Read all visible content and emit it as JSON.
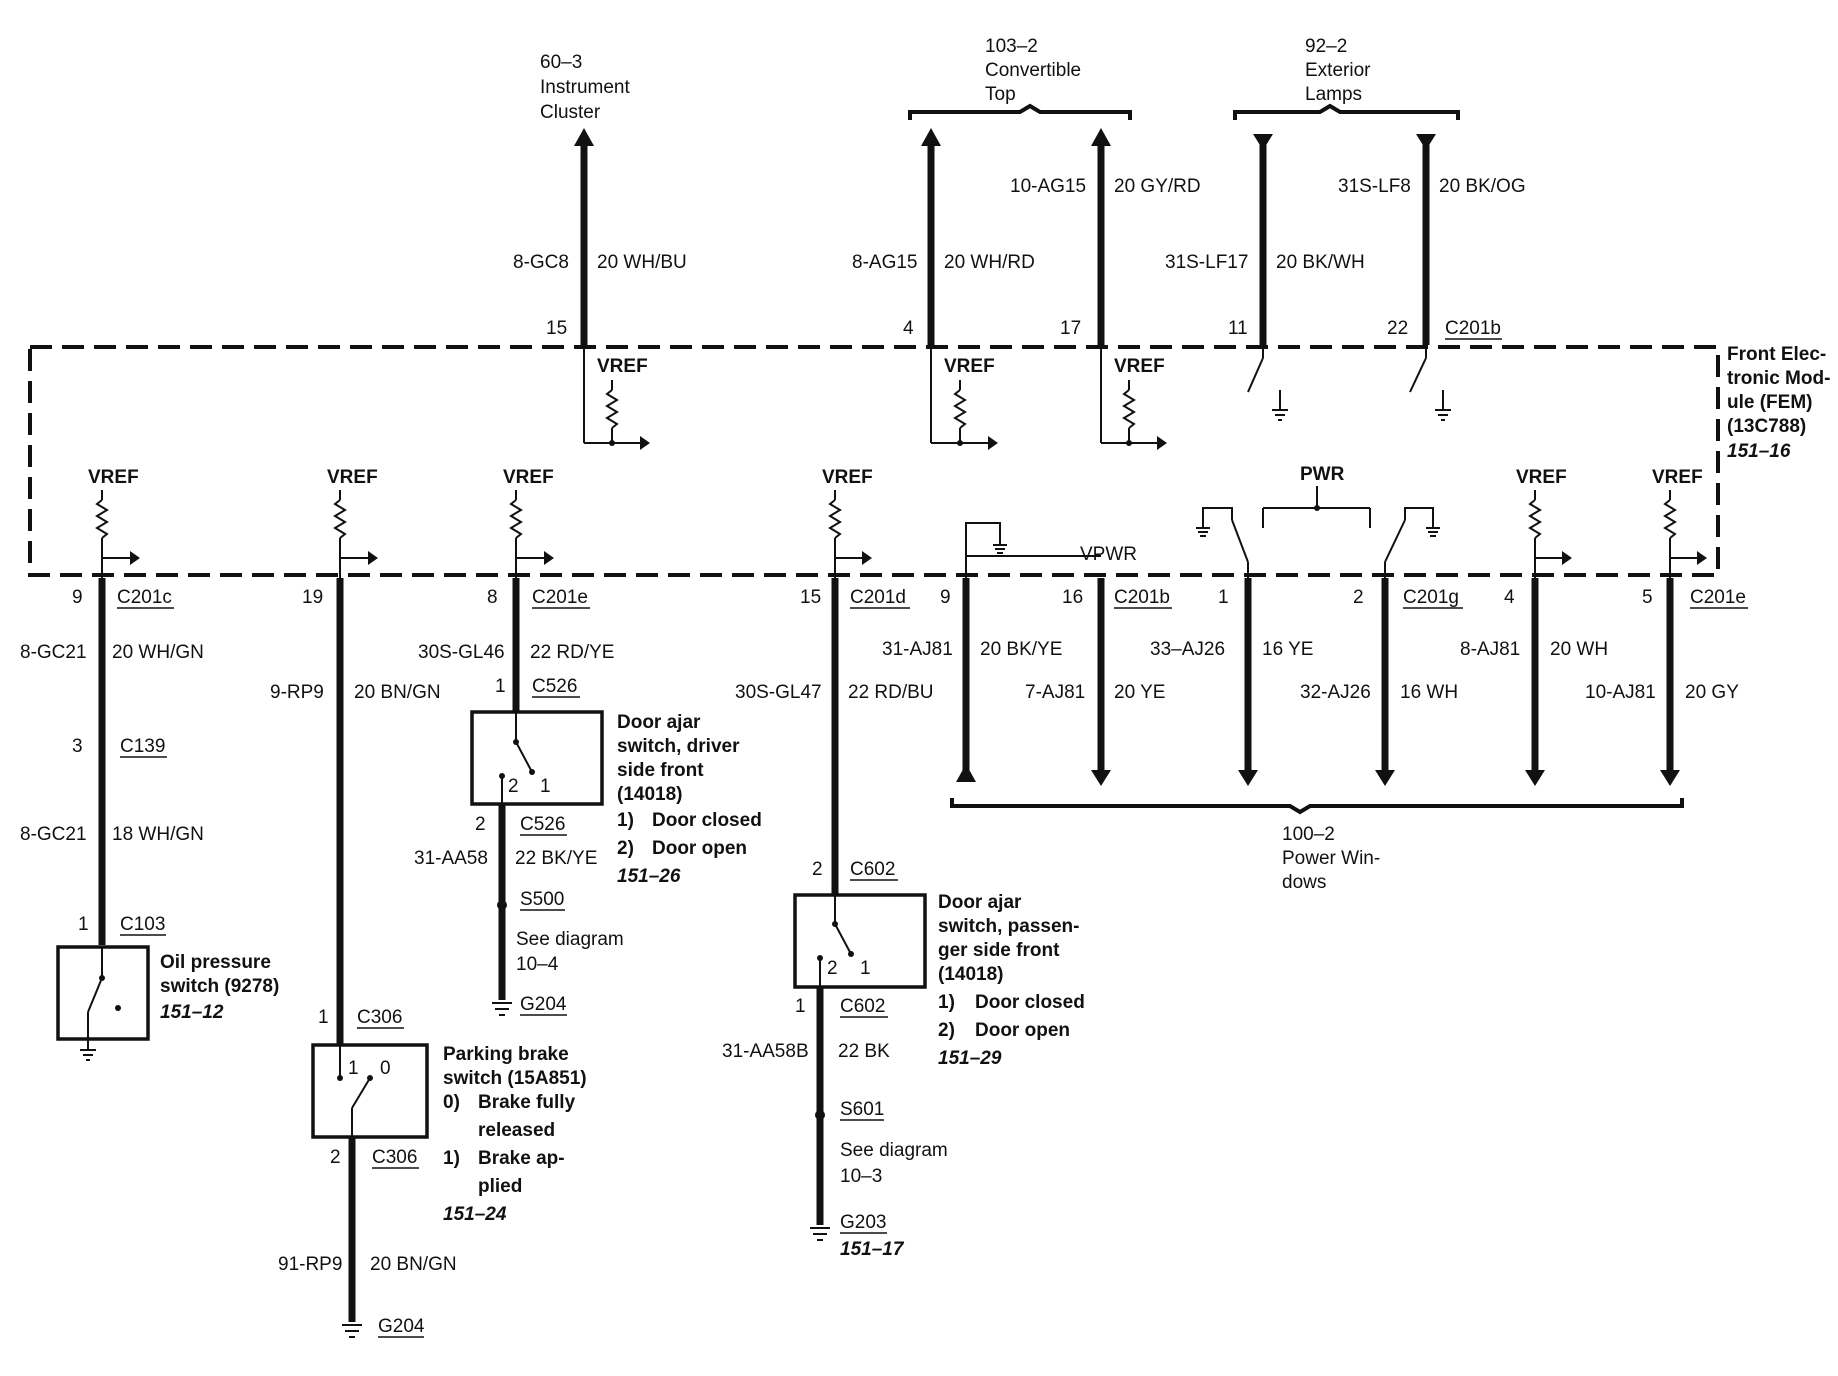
{
  "top_refs": [
    {
      "id": "ic",
      "lines": [
        "60–3",
        "Instrument",
        "Cluster"
      ]
    },
    {
      "id": "ct",
      "lines": [
        "103–2",
        "Convertible",
        "Top"
      ]
    },
    {
      "id": "el",
      "lines": [
        "92–2",
        "Exterior",
        "Lamps"
      ]
    }
  ],
  "top_wires": [
    {
      "circuit": "8-GC8",
      "color": "20 WH/BU",
      "pin": "15",
      "dir": "up"
    },
    {
      "circuit": "8-AG15",
      "color": "20 WH/RD",
      "pin": "4",
      "dir": "up"
    },
    {
      "circuit": "10-AG15",
      "color": "20 GY/RD",
      "pin": "17",
      "dir": "up"
    },
    {
      "circuit": "31S-LF17",
      "color": "20 BK/WH",
      "pin": "11",
      "dir": "down"
    },
    {
      "circuit": "31S-LF8",
      "color": "20 BK/OG",
      "pin": "22",
      "dir": "down"
    }
  ],
  "top_connector": "C201b",
  "module": {
    "lines": [
      "Front Elec-",
      "tronic Mod-",
      "ule (FEM)",
      "(13C788)"
    ],
    "ref": "151–16"
  },
  "vref": "VREF",
  "pwr": "PWR",
  "vpwr": "VPWR",
  "bottom_pins": [
    {
      "pin": "9",
      "conn": "C201c",
      "circuit": "8-GC21",
      "color": "20 WH/GN"
    },
    {
      "pin": "19",
      "conn": "",
      "circuit": "9-RP9",
      "color": "20 BN/GN"
    },
    {
      "pin": "8",
      "conn": "C201e",
      "circuit": "30S-GL46",
      "color": "22 RD/YE"
    },
    {
      "pin": "15",
      "conn": "C201d",
      "circuit": "30S-GL47",
      "color": "22 RD/BU"
    },
    {
      "pin": "9",
      "conn": "",
      "circuit": "31-AJ81",
      "color": "20 BK/YE"
    },
    {
      "pin": "16",
      "conn": "C201b",
      "circuit": "7-AJ81",
      "color": "20 YE"
    },
    {
      "pin": "1",
      "conn": "",
      "circuit": "33–AJ26",
      "color": "16 YE"
    },
    {
      "pin": "2",
      "conn": "C201g",
      "circuit": "32-AJ26",
      "color": "16 WH"
    },
    {
      "pin": "4",
      "conn": "",
      "circuit": "8-AJ81",
      "color": "20 WH"
    },
    {
      "pin": "5",
      "conn": "C201e",
      "circuit": "10-AJ81",
      "color": "20 GY"
    }
  ],
  "power_windows": {
    "lines": [
      "100–2",
      "Power Win-",
      "dows"
    ]
  },
  "oil": {
    "c139_pin": "3",
    "c139": "C139",
    "circuit2": "8-GC21",
    "color2": "18 WH/GN",
    "c103_pin": "1",
    "c103": "C103",
    "name": [
      "Oil pressure",
      "switch (9278)"
    ],
    "ref": "151–12"
  },
  "parking": {
    "c306_top_pin": "1",
    "c306": "C306",
    "sw_pin1": "1",
    "sw_pin0": "0",
    "c306_bot_pin": "2",
    "name": [
      "Parking brake",
      "switch (15A851)"
    ],
    "states": [
      {
        "k": "0)",
        "v": [
          "Brake fully",
          "released"
        ]
      },
      {
        "k": "1)",
        "v": [
          "Brake ap-",
          "plied"
        ]
      }
    ],
    "ref": "151–24",
    "circuit2": "91-RP9",
    "color2": "20 BN/GN",
    "ground": "G204"
  },
  "door_driver": {
    "c526_top_pin": "1",
    "c526": "C526",
    "sw_pin2": "2",
    "sw_pin1": "1",
    "c526_bot_pin": "2",
    "name": [
      "Door ajar",
      "switch, driver",
      "side front",
      "(14018)"
    ],
    "states": [
      {
        "k": "1)",
        "v": "Door closed"
      },
      {
        "k": "2)",
        "v": "Door open"
      }
    ],
    "ref": "151–26",
    "circuit2": "31-AA58",
    "color2": "22 BK/YE",
    "splice": "S500",
    "see": [
      "See diagram",
      "10–4"
    ],
    "ground": "G204"
  },
  "door_pass": {
    "c602_top_pin": "2",
    "c602": "C602",
    "sw_pin2": "2",
    "sw_pin1": "1",
    "c602_bot_pin": "1",
    "name": [
      "Door ajar",
      "switch, passen-",
      "ger side front",
      "(14018)"
    ],
    "states": [
      {
        "k": "1)",
        "v": "Door closed"
      },
      {
        "k": "2)",
        "v": "Door open"
      }
    ],
    "ref": "151–29",
    "circuit2": "31-AA58B",
    "color2": "22 BK",
    "splice": "S601",
    "see": [
      "See diagram",
      "10–3"
    ],
    "ground": "G203",
    "ground_ref": "151–17"
  }
}
